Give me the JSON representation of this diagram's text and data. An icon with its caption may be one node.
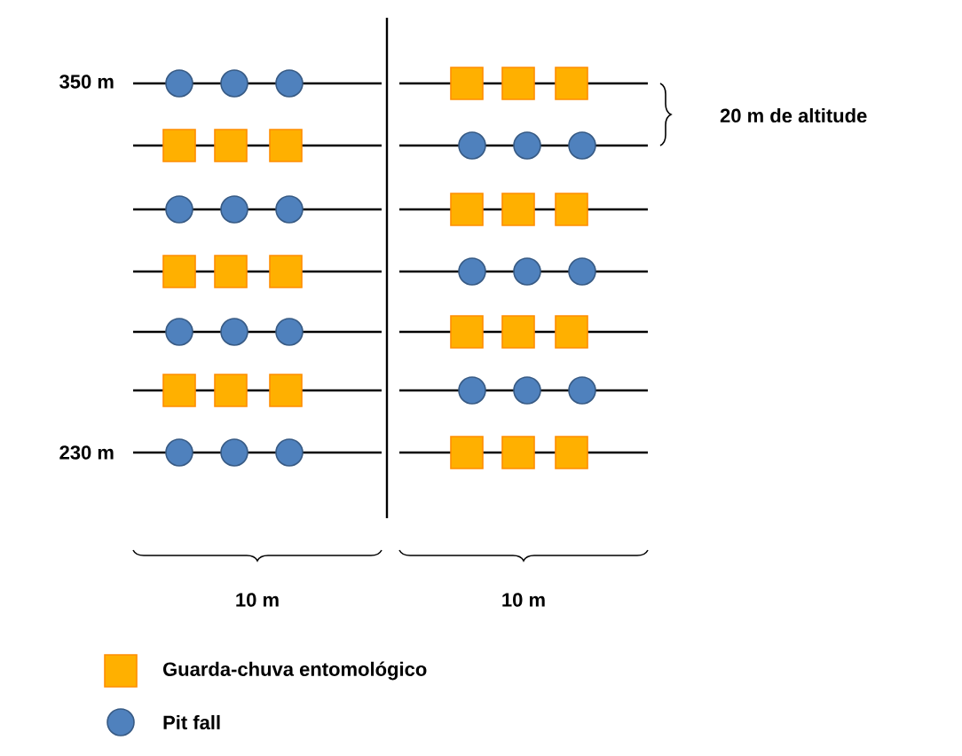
{
  "diagram": {
    "labels": [
      "350 m",
      "20 m de altitude",
      "230 m",
      "10 m",
      "10 m"
    ],
    "legend": [
      {
        "text": "Guarda-chuva entomológico",
        "color": "#ffb000"
      },
      {
        "text": "Pit fall",
        "color": "#4f81bd"
      }
    ]
  }
}
